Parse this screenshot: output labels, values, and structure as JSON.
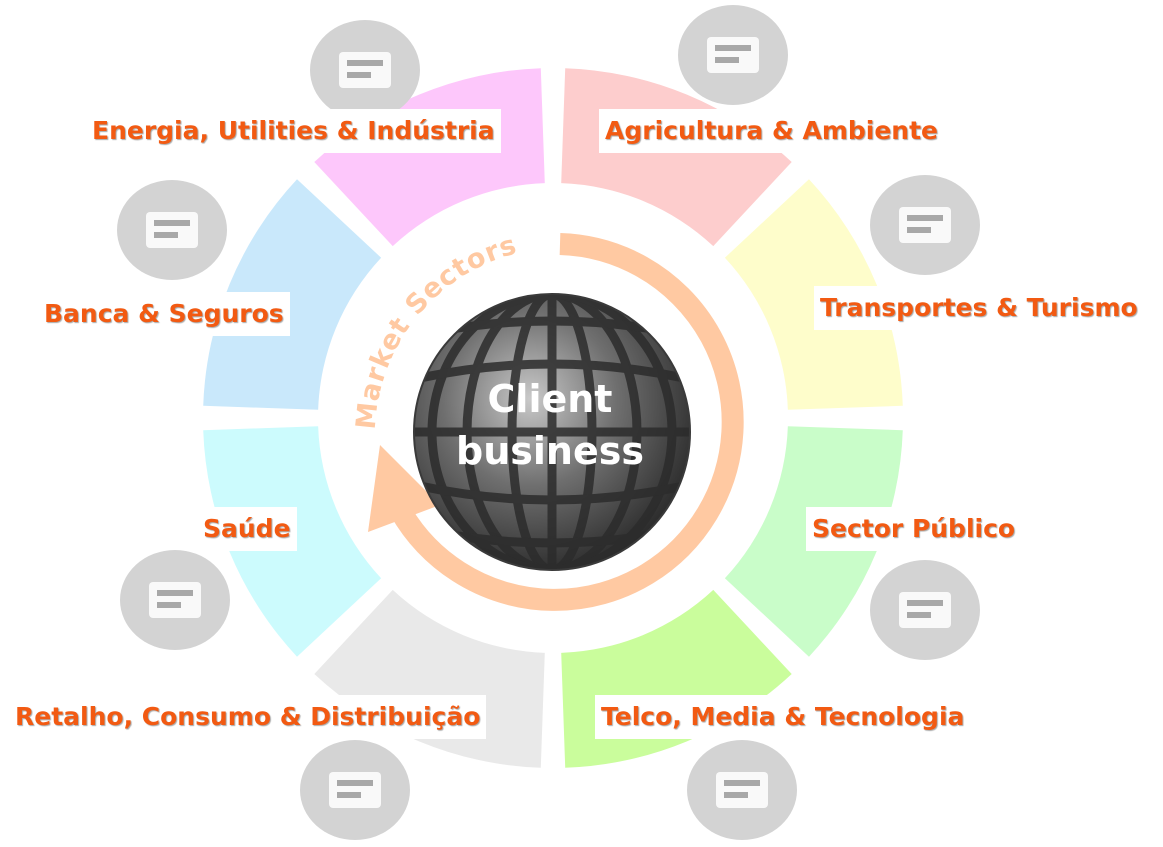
{
  "diagram": {
    "center": {
      "line1": "Client",
      "line2": "business"
    },
    "ring_label": "Market Sectors",
    "sectors": [
      {
        "label": "Energia, Utilities & Indústria",
        "icon": "power-tower-icon",
        "color": "#ccfbfd"
      },
      {
        "label": "Agricultura & Ambiente",
        "icon": "tractor-icon",
        "color": "#c9e8fb"
      },
      {
        "label": "Transportes & Turismo",
        "icon": "factory-icon",
        "color": "#fdc7fb"
      },
      {
        "label": "Sector Público",
        "icon": "government-building-icon",
        "color": "#fdcdcd"
      },
      {
        "label": "Telco, Media & Tecnologia",
        "icon": "devices-icon",
        "color": "#fefdcb"
      },
      {
        "label": "Retalho, Consumo & Distribuição",
        "icon": "shopping-cart-icon",
        "color": "#c9fdc9"
      },
      {
        "label": "Saúde",
        "icon": "medical-icon",
        "color": "#cafd9c"
      },
      {
        "label": "Banca & Seguros",
        "icon": "euro-icon",
        "color": "#e9e9e9"
      }
    ],
    "colors": {
      "label_text": "#f25a12",
      "ring_arrow": "#ffc9a2",
      "globe": "#5e5e5e"
    }
  }
}
